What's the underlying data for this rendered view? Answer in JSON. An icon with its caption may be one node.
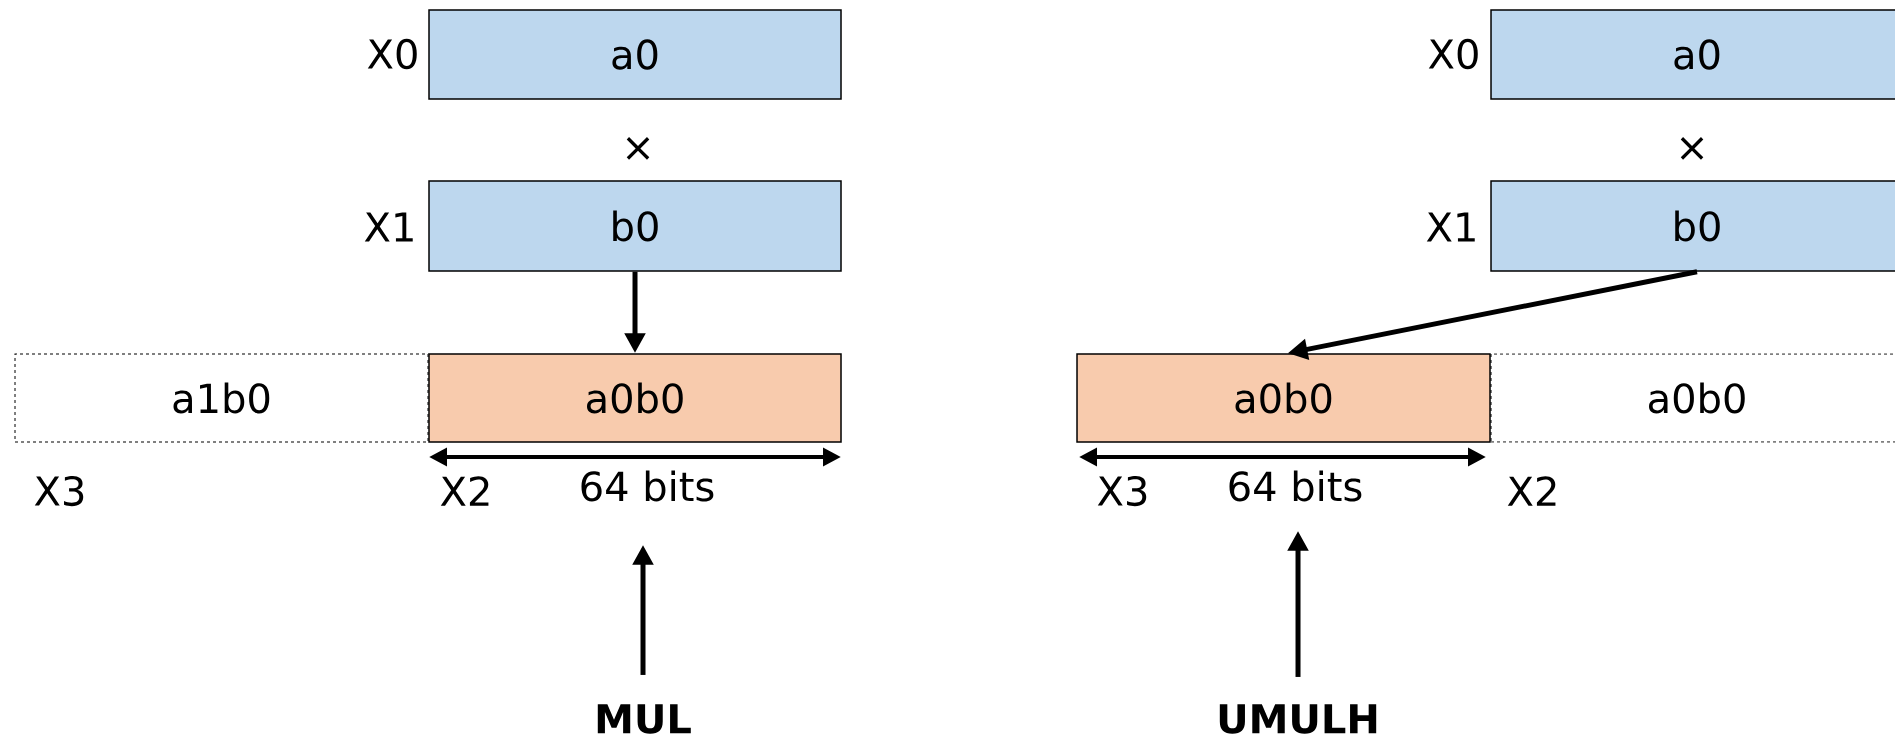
{
  "diagram": {
    "nodes": [
      {
        "text": [
          "a0"
        ],
        "beside": [
          "X0"
        ]
      },
      {
        "text": [
          "b0"
        ],
        "beside": [
          "X1"
        ]
      },
      {
        "text": [
          "a1b0"
        ],
        "beside": [
          "X3"
        ]
      },
      {
        "text": [
          "a0b0"
        ],
        "beside": [
          "X2",
          "64 bits"
        ]
      },
      {
        "text": [
          "MUL"
        ]
      },
      {
        "text": [
          "a0"
        ],
        "beside": [
          "X0"
        ]
      },
      {
        "text": [
          "b0"
        ],
        "beside": [
          "X1"
        ]
      },
      {
        "text": [
          "a0b0"
        ],
        "beside": [
          "X3",
          "64 bits"
        ]
      },
      {
        "text": [
          "a0b0"
        ],
        "beside": [
          "X2"
        ]
      },
      {
        "text": [
          "UMULH"
        ]
      }
    ],
    "edges": [
      {
        "from": 1,
        "to": 3,
        "arrow": "to"
      },
      {
        "from": 4,
        "to": 3,
        "arrow": "to"
      },
      {
        "from": 6,
        "to": 7,
        "arrow": "to"
      },
      {
        "from": 9,
        "to": 7,
        "arrow": "to"
      }
    ],
    "labels": [
      "×",
      "×"
    ]
  }
}
